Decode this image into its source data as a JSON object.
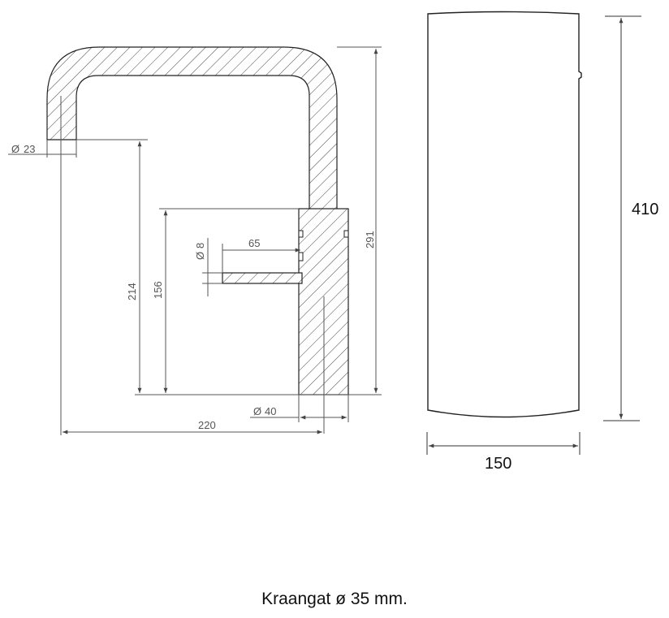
{
  "faucet_dims": {
    "spout_diameter": "23",
    "lever_diameter": "8",
    "lever_length": "65",
    "spout_outlet_height": "214",
    "lever_height": "156",
    "total_height": "291",
    "base_diameter": "40",
    "spout_reach": "220"
  },
  "boiler_dims": {
    "height": "410",
    "width": "150"
  },
  "caption": "Kraangat ø 35 mm."
}
